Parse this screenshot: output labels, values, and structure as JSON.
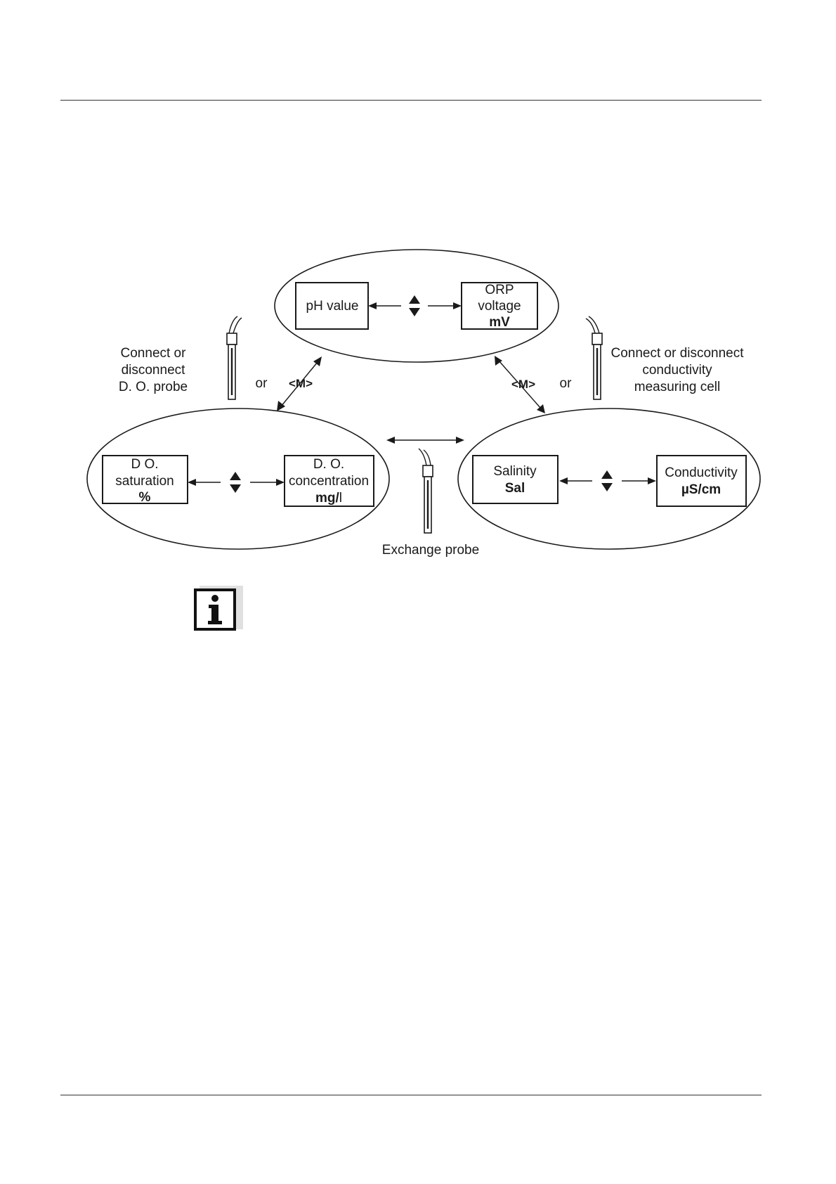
{
  "diagram": {
    "ph_mode": {
      "line1": "pH value"
    },
    "orp_mode": {
      "line1": "ORP",
      "line2": "voltage",
      "unit": "mV"
    },
    "do_saturation": {
      "line1": "D O.",
      "line2": "saturation",
      "unit": "%"
    },
    "do_concentration": {
      "line1": "D. O.",
      "line2": "concentration",
      "unit": "mg/",
      "unit_suffix": "l"
    },
    "salinity": {
      "line1": "Salinity",
      "unit": "Sal"
    },
    "conductivity": {
      "line1": "Conductivity",
      "unit": "µS/cm"
    },
    "left_note": {
      "line1": "Connect or",
      "line2": "disconnect",
      "line3": "D. O. probe"
    },
    "right_note": {
      "line1": "Connect or disconnect",
      "line2": "conductivity",
      "line3": "measuring cell"
    },
    "or_label": "or",
    "key_label": "<M>",
    "exchange_label": "Exchange probe"
  },
  "icons": {
    "info": "info-icon"
  }
}
